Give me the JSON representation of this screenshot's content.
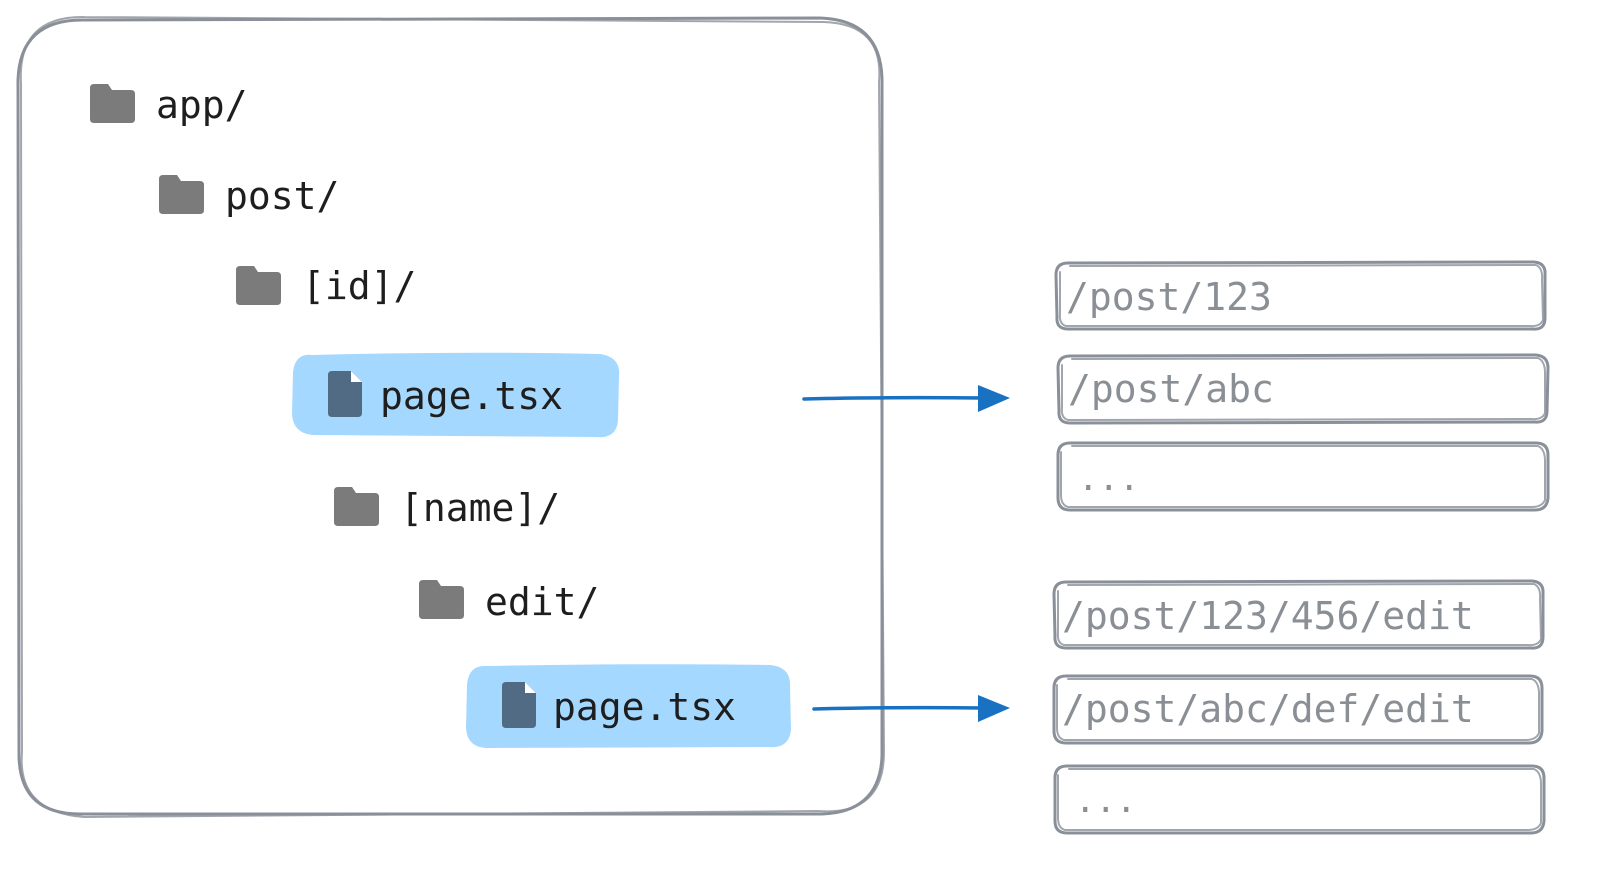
{
  "tree": [
    {
      "label": "app/",
      "kind": "folder",
      "highlight": false
    },
    {
      "label": "post/",
      "kind": "folder",
      "highlight": false
    },
    {
      "label": "[id]/",
      "kind": "folder",
      "highlight": false
    },
    {
      "label": "page.tsx",
      "kind": "file",
      "highlight": true
    },
    {
      "label": "[name]/",
      "kind": "folder",
      "highlight": false
    },
    {
      "label": "edit/",
      "kind": "folder",
      "highlight": false
    },
    {
      "label": "page.tsx",
      "kind": "file",
      "highlight": true
    }
  ],
  "route_groups": [
    {
      "routes": [
        "/post/123",
        "/post/abc",
        "..."
      ]
    },
    {
      "routes": [
        "/post/123/456/edit",
        "/post/abc/def/edit",
        "..."
      ]
    }
  ],
  "colors": {
    "highlight": "#a5d8ff",
    "arrow": "#1971c2",
    "border": "#8a9099",
    "folder_icon": "#7b7b7b",
    "file_icon": "#516b84",
    "route_text": "#8a8f96",
    "tree_text": "#1e1e1e"
  },
  "icons": {
    "folder": "folder-icon",
    "file": "file-icon"
  }
}
